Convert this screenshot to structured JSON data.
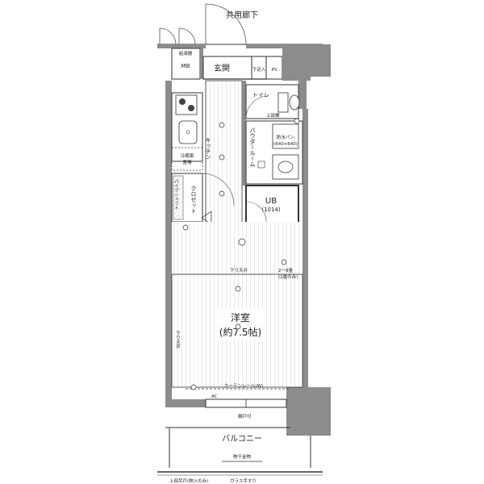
{
  "labels": {
    "corridor": "共用廊下",
    "entrance": "玄関",
    "mb": "MB",
    "meter_box": "給湯器",
    "ps": "PS",
    "shoe_box": "下足入",
    "toilet": "トイレ",
    "kitchen": "キッチン",
    "powder_room": "パウダールーム",
    "upper_shelf": "上部棚",
    "waterproof_pan": "防水パン",
    "waterproof_pan_size": "(640×640)",
    "fridge": "冷蔵庫",
    "fridge_2": "置場",
    "closet": "クロゼット",
    "pipe_shaft": "パイプシャフト",
    "ub": "UB",
    "ub_size": "(1014)",
    "lowered_ceiling_1": "下り天井",
    "lowered_ceiling_2": "下り天井",
    "second_bath": "2ー8畳",
    "second_bath_note": "(1畳のみ)",
    "room_name": "洋室",
    "room_size": "(約7.5帖)",
    "curtain_rail": "カーテンレール(W)",
    "ac": "AC",
    "screen_door": "網戸付",
    "balcony": "バルコニー",
    "drying_hardware": "物干金物",
    "glass_handrail": "ガラス手すり",
    "bottom_note": "上部吊戸(物入のみ)"
  },
  "colors": {
    "wall": "#8c8c8c",
    "wall_dark": "#555555",
    "line": "#333333",
    "floor_stripe": "#c8c8c8",
    "accent": "#3a3a3a"
  }
}
